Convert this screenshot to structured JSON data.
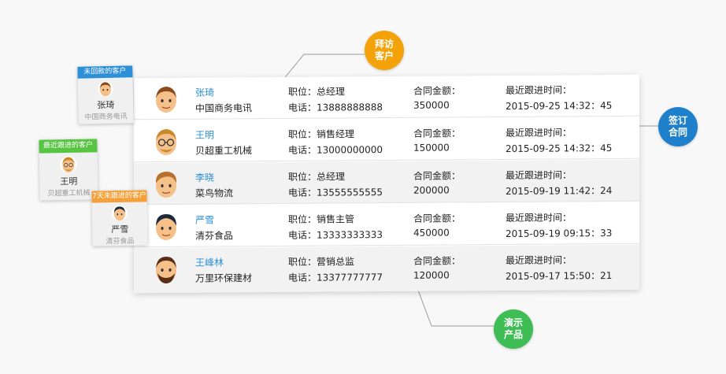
{
  "colors": {
    "blue_accent": "#2c8fd8",
    "green_accent": "#58c444",
    "orange_accent": "#f6a03a",
    "bubble_orange": "#f4a20a",
    "bubble_blue": "#1e7fcb",
    "bubble_green": "#3dbd54",
    "name_link": "#2b8fd6"
  },
  "bubbles": {
    "visit": "拜访客户",
    "sign": "签订合同",
    "demo": "演示产品"
  },
  "cards": [
    {
      "header": "未回款的客户",
      "name": "张琦",
      "company": "中国商务电讯",
      "face": "face-man-brown-hair-icon"
    },
    {
      "header": "最近跟进的客户",
      "name": "王明",
      "company": "贝超重工机械",
      "face": "face-man-glasses-icon"
    },
    {
      "header": "7天未跟进的客户",
      "name": "严雪",
      "company": "清芬食品",
      "face": "face-man-dark-hair-icon"
    }
  ],
  "labels": {
    "position_prefix": "职位：",
    "phone_prefix": "电话：",
    "amount_label": "合同金额：",
    "last_follow_label": "最近跟进时间："
  },
  "customers": [
    {
      "name": "张琦",
      "company": "中国商务电讯",
      "position": "总经理",
      "phone": "13888888888",
      "amount": "350000",
      "last_follow": "2015-09-25 14:32：45",
      "face": "face-man-brown-hair-icon"
    },
    {
      "name": "王明",
      "company": "贝超重工机械",
      "position": "销售经理",
      "phone": "13000000000",
      "amount": "150000",
      "last_follow": "2015-09-25 14:32：45",
      "face": "face-man-glasses-icon"
    },
    {
      "name": "李晓",
      "company": "菜鸟物流",
      "position": "总经理",
      "phone": "13555555555",
      "amount": "200000",
      "last_follow": "2015-09-19 11:42：24",
      "face": "face-man-light-brown-hair-icon"
    },
    {
      "name": "严雪",
      "company": "清芬食品",
      "position": "销售主管",
      "phone": "13333333333",
      "amount": "450000",
      "last_follow": "2015-09-19 09:15：33",
      "face": "face-man-dark-hair-icon"
    },
    {
      "name": "王峰林",
      "company": "万里环保建材",
      "position": "营销总监",
      "phone": "13377777777",
      "amount": "120000",
      "last_follow": "2015-09-17 15:50：21",
      "face": "face-man-beard-icon"
    }
  ]
}
